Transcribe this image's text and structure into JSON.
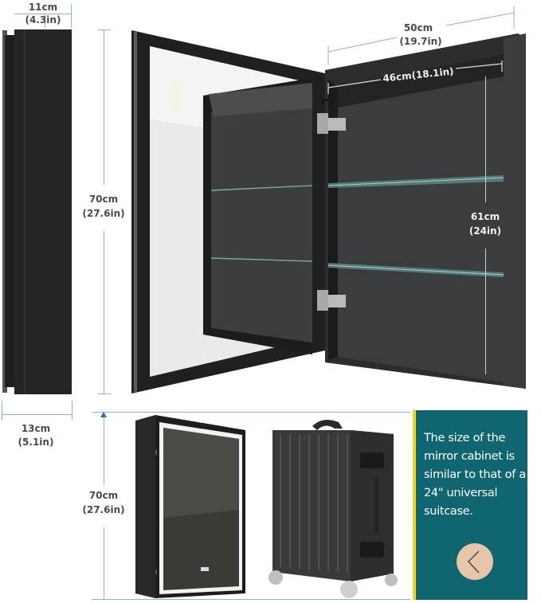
{
  "dimensions": {
    "side_depth_top": {
      "cm": "11cm",
      "in": "(4.3in)"
    },
    "side_height": {
      "cm": "70cm",
      "in": "(27.6in)"
    },
    "side_depth_bottom": {
      "cm": "13cm",
      "in": "(5.1in)"
    },
    "overall_width": {
      "cm": "50cm",
      "in": "(19.7in)"
    },
    "inner_width": {
      "label": "46cm(18.1in)"
    },
    "inner_height": {
      "cm": "61cm",
      "in": "(24in)"
    },
    "comparison_height": {
      "cm": "70cm",
      "in": "(27.6in)"
    }
  },
  "comparison_panel": {
    "text": "The size of the mirror cabinet is similar to that of a 24\" universal suitcase.",
    "nav_button": "previous-arrow",
    "background_color": "#0f6670",
    "accent_color": "#f1d21c",
    "button_color": "#e8c5a6"
  },
  "images": {
    "side_view": "cabinet-side-profile",
    "open_view": "cabinet-open-door-with-glass-shelves",
    "closed_view": "cabinet-led-mirror-front",
    "suitcase": "24-inch-hardshell-suitcase"
  }
}
